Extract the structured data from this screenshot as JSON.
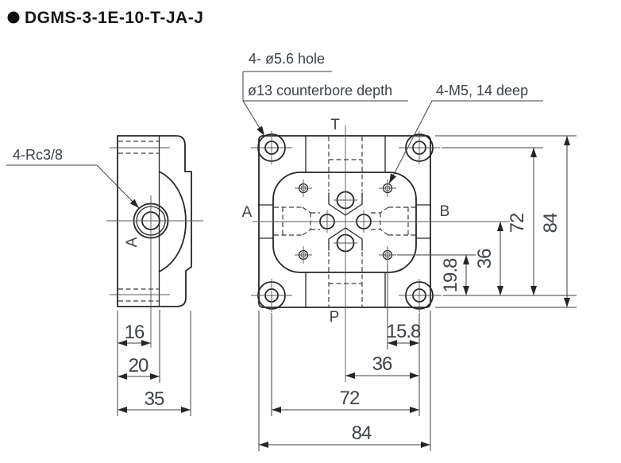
{
  "title": {
    "text": "DGMS-3-1E-10-T-JA-J"
  },
  "callouts": {
    "holes_line1": "4- ø5.6 hole",
    "holes_line2": "ø13 counterbore depth",
    "threads": "4-M5, 14 deep",
    "side_ports": "4-Rc3/8"
  },
  "ports": {
    "top": "T",
    "left": "A",
    "right": "B",
    "bottom": "P",
    "side": "A"
  },
  "dims": {
    "side": {
      "d16": "16",
      "d20": "20",
      "d35": "35"
    },
    "bottom": {
      "d15_8": "15.8",
      "d36": "36",
      "d72": "72",
      "d84": "84"
    },
    "right": {
      "d19_8": "19.8",
      "d36": "36",
      "d72": "72",
      "d84": "84"
    }
  },
  "colors": {
    "line": "#262626",
    "dim_text": "#3d4249",
    "background": "#ffffff"
  }
}
